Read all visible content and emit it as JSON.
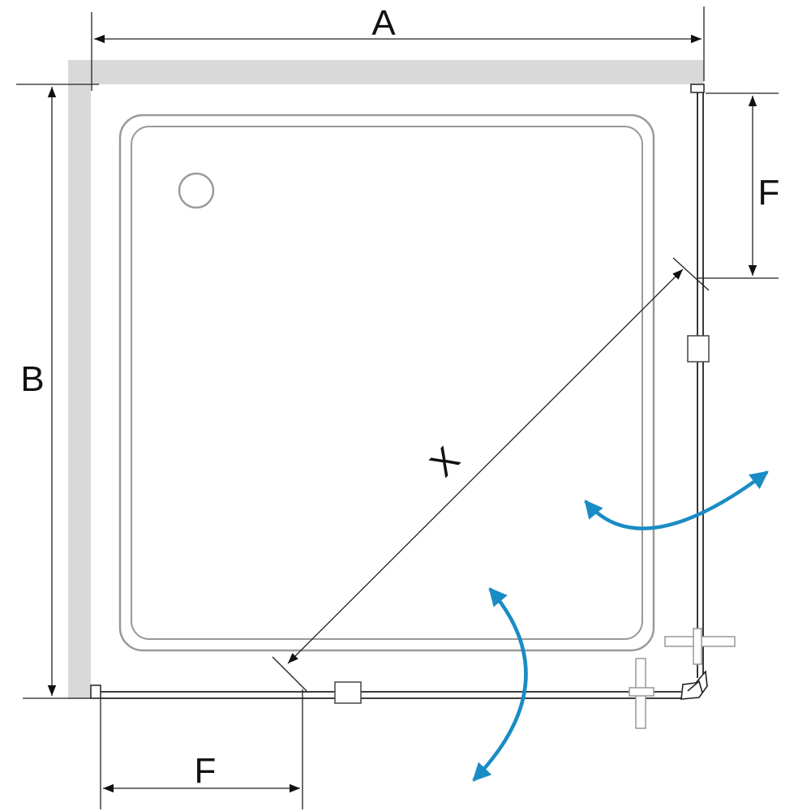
{
  "labels": {
    "width": "A",
    "depth": "B",
    "door_opening_side": "F",
    "door_opening_front": "F",
    "diagonal": "X"
  },
  "colors": {
    "wall": "#d9d9d9",
    "line": "#222222",
    "tray": "#9a9a9a",
    "arrow": "#1a8cc4"
  },
  "icons": {
    "swing_arrows": "curved-double-arrow-icon",
    "drain": "drain-circle-icon",
    "hinges": "hinge-icon",
    "handles": "handle-icon"
  }
}
